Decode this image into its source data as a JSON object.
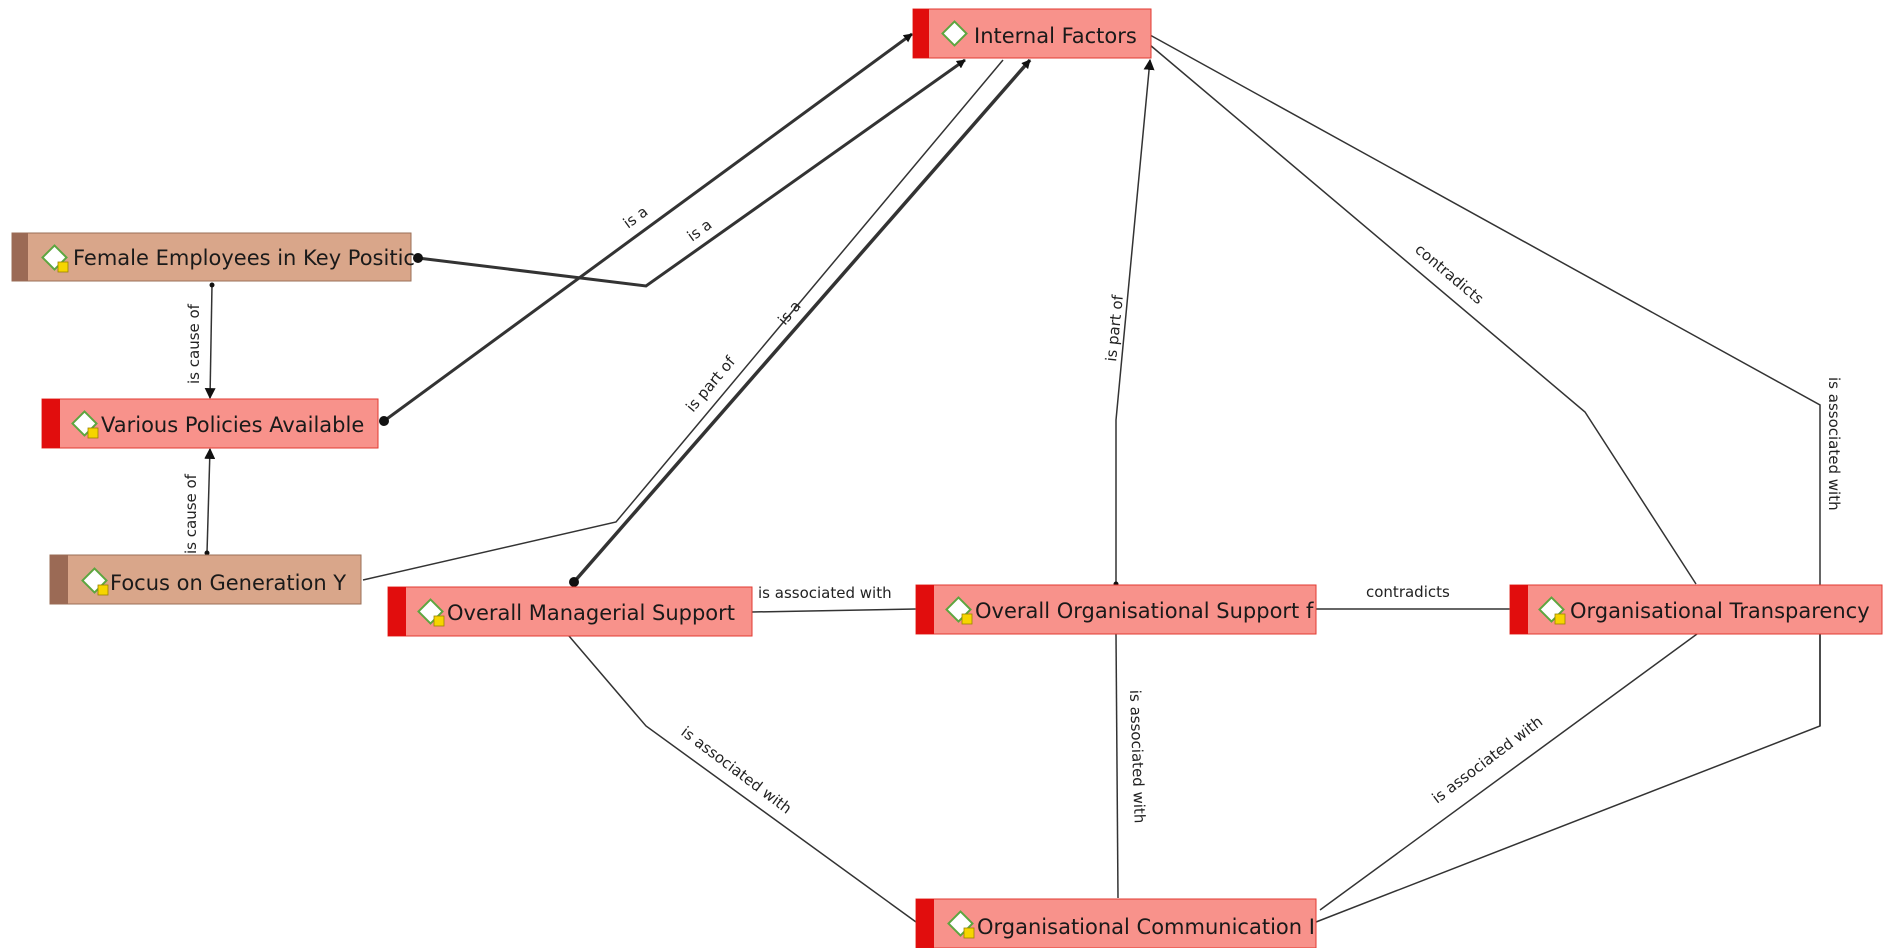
{
  "nodes": {
    "internal_factors": {
      "label": "Internal Factors",
      "kind": "red",
      "memo": false
    },
    "female_employees": {
      "label": "Female Employees in Key Positic",
      "kind": "tan",
      "memo": true
    },
    "various_policies": {
      "label": "Various Policies Available",
      "kind": "red",
      "memo": true
    },
    "focus_gen_y": {
      "label": "Focus on Generation Y",
      "kind": "tan",
      "memo": true
    },
    "overall_managerial": {
      "label": "Overall Managerial Support",
      "kind": "red",
      "memo": true
    },
    "overall_organisational": {
      "label": "Overall Organisational Support f",
      "kind": "red",
      "memo": true
    },
    "org_transparency": {
      "label": "Organisational Transparency",
      "kind": "red",
      "memo": true
    },
    "org_communication": {
      "label": "Organisational Communication I",
      "kind": "red",
      "memo": true
    }
  },
  "edges": {
    "fe_if": "is a",
    "vp_if": "is a",
    "fg_if_label1": "is part of",
    "fg_if_label2": "is a",
    "fe_vp": "is cause of",
    "fg_vp": "is cause of",
    "oos_if": "is part of",
    "if_ot": "contradicts",
    "if_oc": "is associated with",
    "oms_oos": "is associated with",
    "oos_ot": "contradicts",
    "oms_oc": "is associated with",
    "oos_oc": "is associated with",
    "ot_oc": "is associated with"
  },
  "colors": {
    "node_red_fill": "#f8928b",
    "node_red_bar": "#e10d0d",
    "node_tan_fill": "#d9a68a",
    "node_tan_bar": "#9b6a55",
    "code_icon": "#5da640",
    "memo_icon": "#f6d500"
  }
}
